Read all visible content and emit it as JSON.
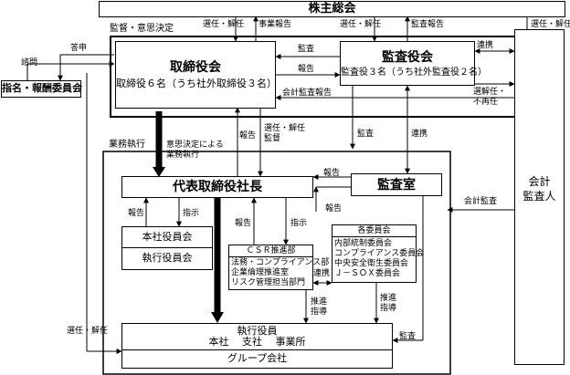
{
  "boxes": {
    "shareholders": "株主総会",
    "board_title": "取締役会",
    "board_sub": "取締役６名（うち社外取締役３名）",
    "audit_board_title": "監査役会",
    "audit_board_sub": "監査役３名（うち社外監査役２名）",
    "nomination": "指名・報酬委員会",
    "auditor_line1": "会計",
    "auditor_line2": "監査人",
    "president": "代表取締役社長",
    "audit_office": "監査室",
    "officers_board": "本社役員会",
    "exec_officers_board": "執行役員会",
    "csr_title": "ＣＳＲ推進部",
    "csr_line1": "法務・コンプライアンス部",
    "csr_line2": "企業倫理推進室",
    "csr_line3": "リスク管理担当部門",
    "committees_title": "各委員会",
    "committees_line1": "内部統制委員会",
    "committees_line2": "コンプライアンス委員会",
    "committees_line3": "中央安全衛生委員会",
    "committees_line4": "Ｊ－ＳＯＸ委員会",
    "exec_line1": "執行役員",
    "exec_line2": "本社　 支社　 事業所",
    "group": "グループ会社"
  },
  "labels": {
    "supervision": "監督・意思決定",
    "appoint1": "選任・解任",
    "business_report": "事業報告",
    "appoint2": "選任・解任",
    "audit_report": "監査報告",
    "appoint3": "選任・解任",
    "answer": "答申",
    "consult": "諮問",
    "audit1": "監査",
    "report1": "報告",
    "accounting_audit_report": "会計監査報告",
    "cooperation1": "連携",
    "appoint_dismiss_a": "選解任・",
    "appoint_dismiss_b": "不再任",
    "business_execution": "業務執行",
    "decision_based_a": "意思決定による",
    "decision_based_b": "業務執行",
    "report2": "報告",
    "appoint4_a": "選任・解任",
    "appoint4_b": "監督",
    "audit2": "監査",
    "cooperation2": "連携",
    "report3": "報告",
    "report4": "報告",
    "accounting_audit": "会計監査",
    "report5": "報告",
    "direction1": "指示",
    "report6": "報告",
    "direction2": "指示",
    "cooperation3": "連携",
    "promote1_a": "推進",
    "promote1_b": "指導",
    "promote2_a": "推進",
    "promote2_b": "指導",
    "appoint5": "選任・解任",
    "audit3": "監査"
  }
}
